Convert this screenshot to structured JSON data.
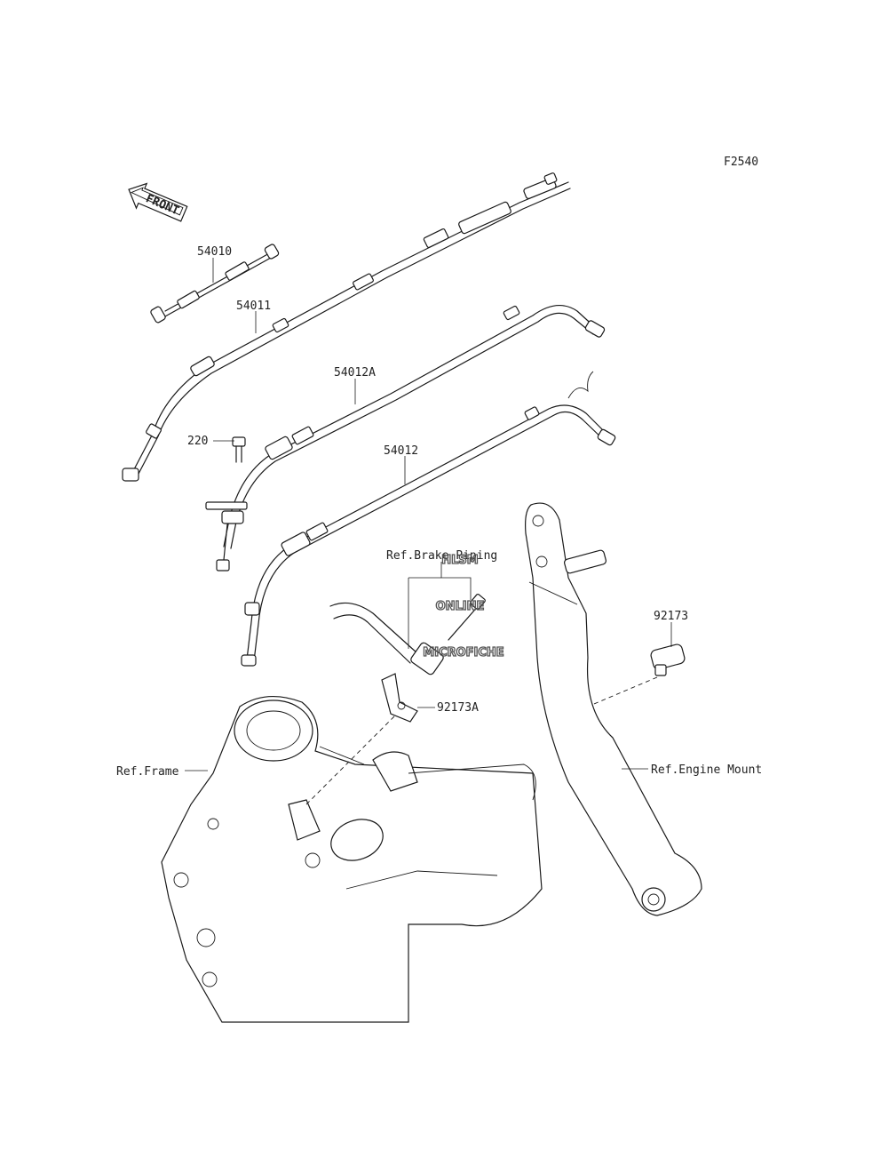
{
  "figure_code": "F2540",
  "front_label": "FRONT",
  "watermark": {
    "line1": "HLSM",
    "line2": "ONLINE",
    "line3": "MICROFICHE"
  },
  "callouts": {
    "p54010": "54010",
    "p54011": "54011",
    "p54012A": "54012A",
    "p220": "220",
    "p54012": "54012",
    "ref_brake": "Ref.Brake Piping",
    "p92173": "92173",
    "p92173A": "92173A",
    "ref_frame": "Ref.Frame",
    "ref_engine": "Ref.Engine Mount"
  }
}
